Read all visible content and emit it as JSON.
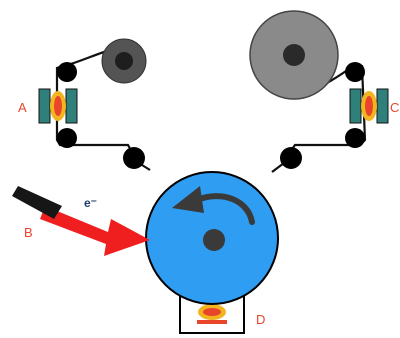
{
  "labels": {
    "a": "A",
    "b": "B",
    "c": "C",
    "d": "D",
    "electron": "e⁻"
  },
  "colors": {
    "drum": "#2e9df2",
    "reel_small": "#545454",
    "reel_large": "#8a8a8a",
    "hub": "#2a2a2a",
    "roller": "#000000",
    "tape": "#111111",
    "beam": "#ef1f1f",
    "gun_body": "#161616",
    "source_glow": "#f2b51f",
    "source_hot": "#e8452b",
    "holder_teal": "#2f7f7a",
    "label": "#e8452b"
  },
  "icons": {
    "rotation": "curved-arrow-counterclockwise",
    "gun": "electron-gun",
    "crucible": "evaporation-crucible"
  }
}
